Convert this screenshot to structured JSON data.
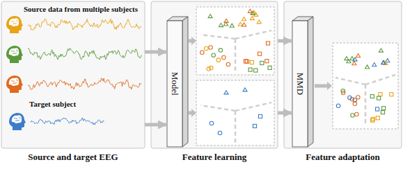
{
  "diagram": {
    "nodes": [
      {
        "text": [
          "Source data from multiple subjects",
          "Target subject",
          "Source and target EEG"
        ]
      },
      {
        "text": [
          "Feature learning"
        ]
      },
      {
        "text": [
          "Model"
        ],
        "in": 1
      },
      {
        "text": [
          "Feature adaptation"
        ]
      },
      {
        "text": [
          "MMD"
        ],
        "in": 3
      }
    ],
    "edges": [
      {
        "from": 0,
        "to": 2,
        "arrow": "to"
      },
      {
        "from": 0,
        "to": 2,
        "arrow": "to"
      },
      {
        "from": 1,
        "to": 4,
        "arrow": "to"
      },
      {
        "from": 1,
        "to": 4,
        "arrow": "to"
      }
    ]
  }
}
